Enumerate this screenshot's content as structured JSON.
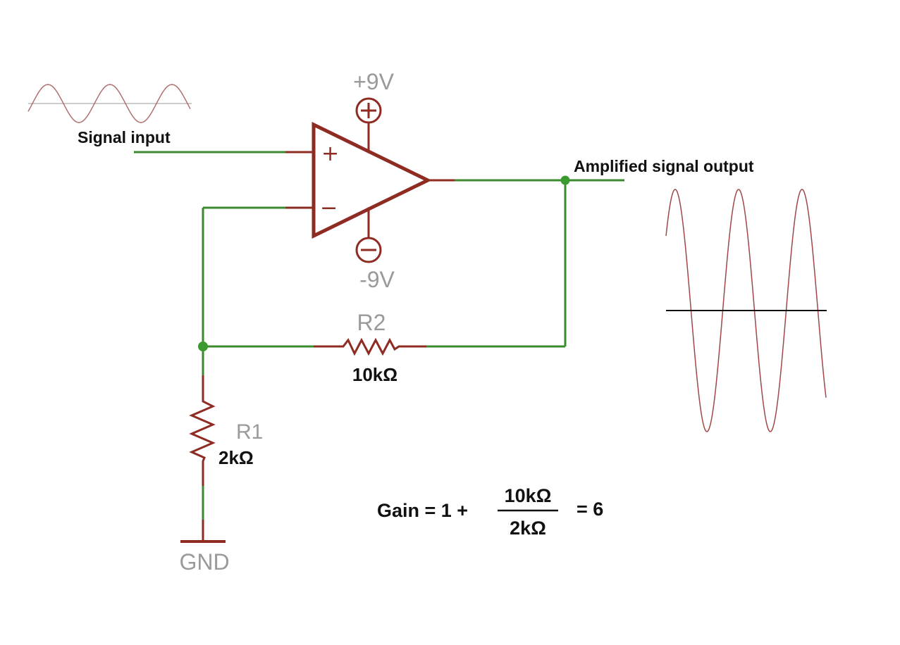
{
  "labels": {
    "signal_input": "Signal input",
    "signal_output": "Amplified signal output",
    "positive_supply": "+9V",
    "negative_supply": "-9V",
    "r2_name": "R2",
    "r2_value": "10kΩ",
    "r1_name": "R1",
    "r1_value": "2kΩ",
    "ground": "GND",
    "opamp_plus": "+",
    "opamp_minus": "−"
  },
  "formula": {
    "prefix": "Gain = 1 +",
    "numerator": "10kΩ",
    "denominator": "2kΩ",
    "result": "= 6"
  },
  "colors": {
    "wire": "#3b8a2e",
    "component": "#8e2b22",
    "label_grey": "#9a9a9a",
    "input_wave": "#b07070",
    "output_wave": "#a04848"
  }
}
